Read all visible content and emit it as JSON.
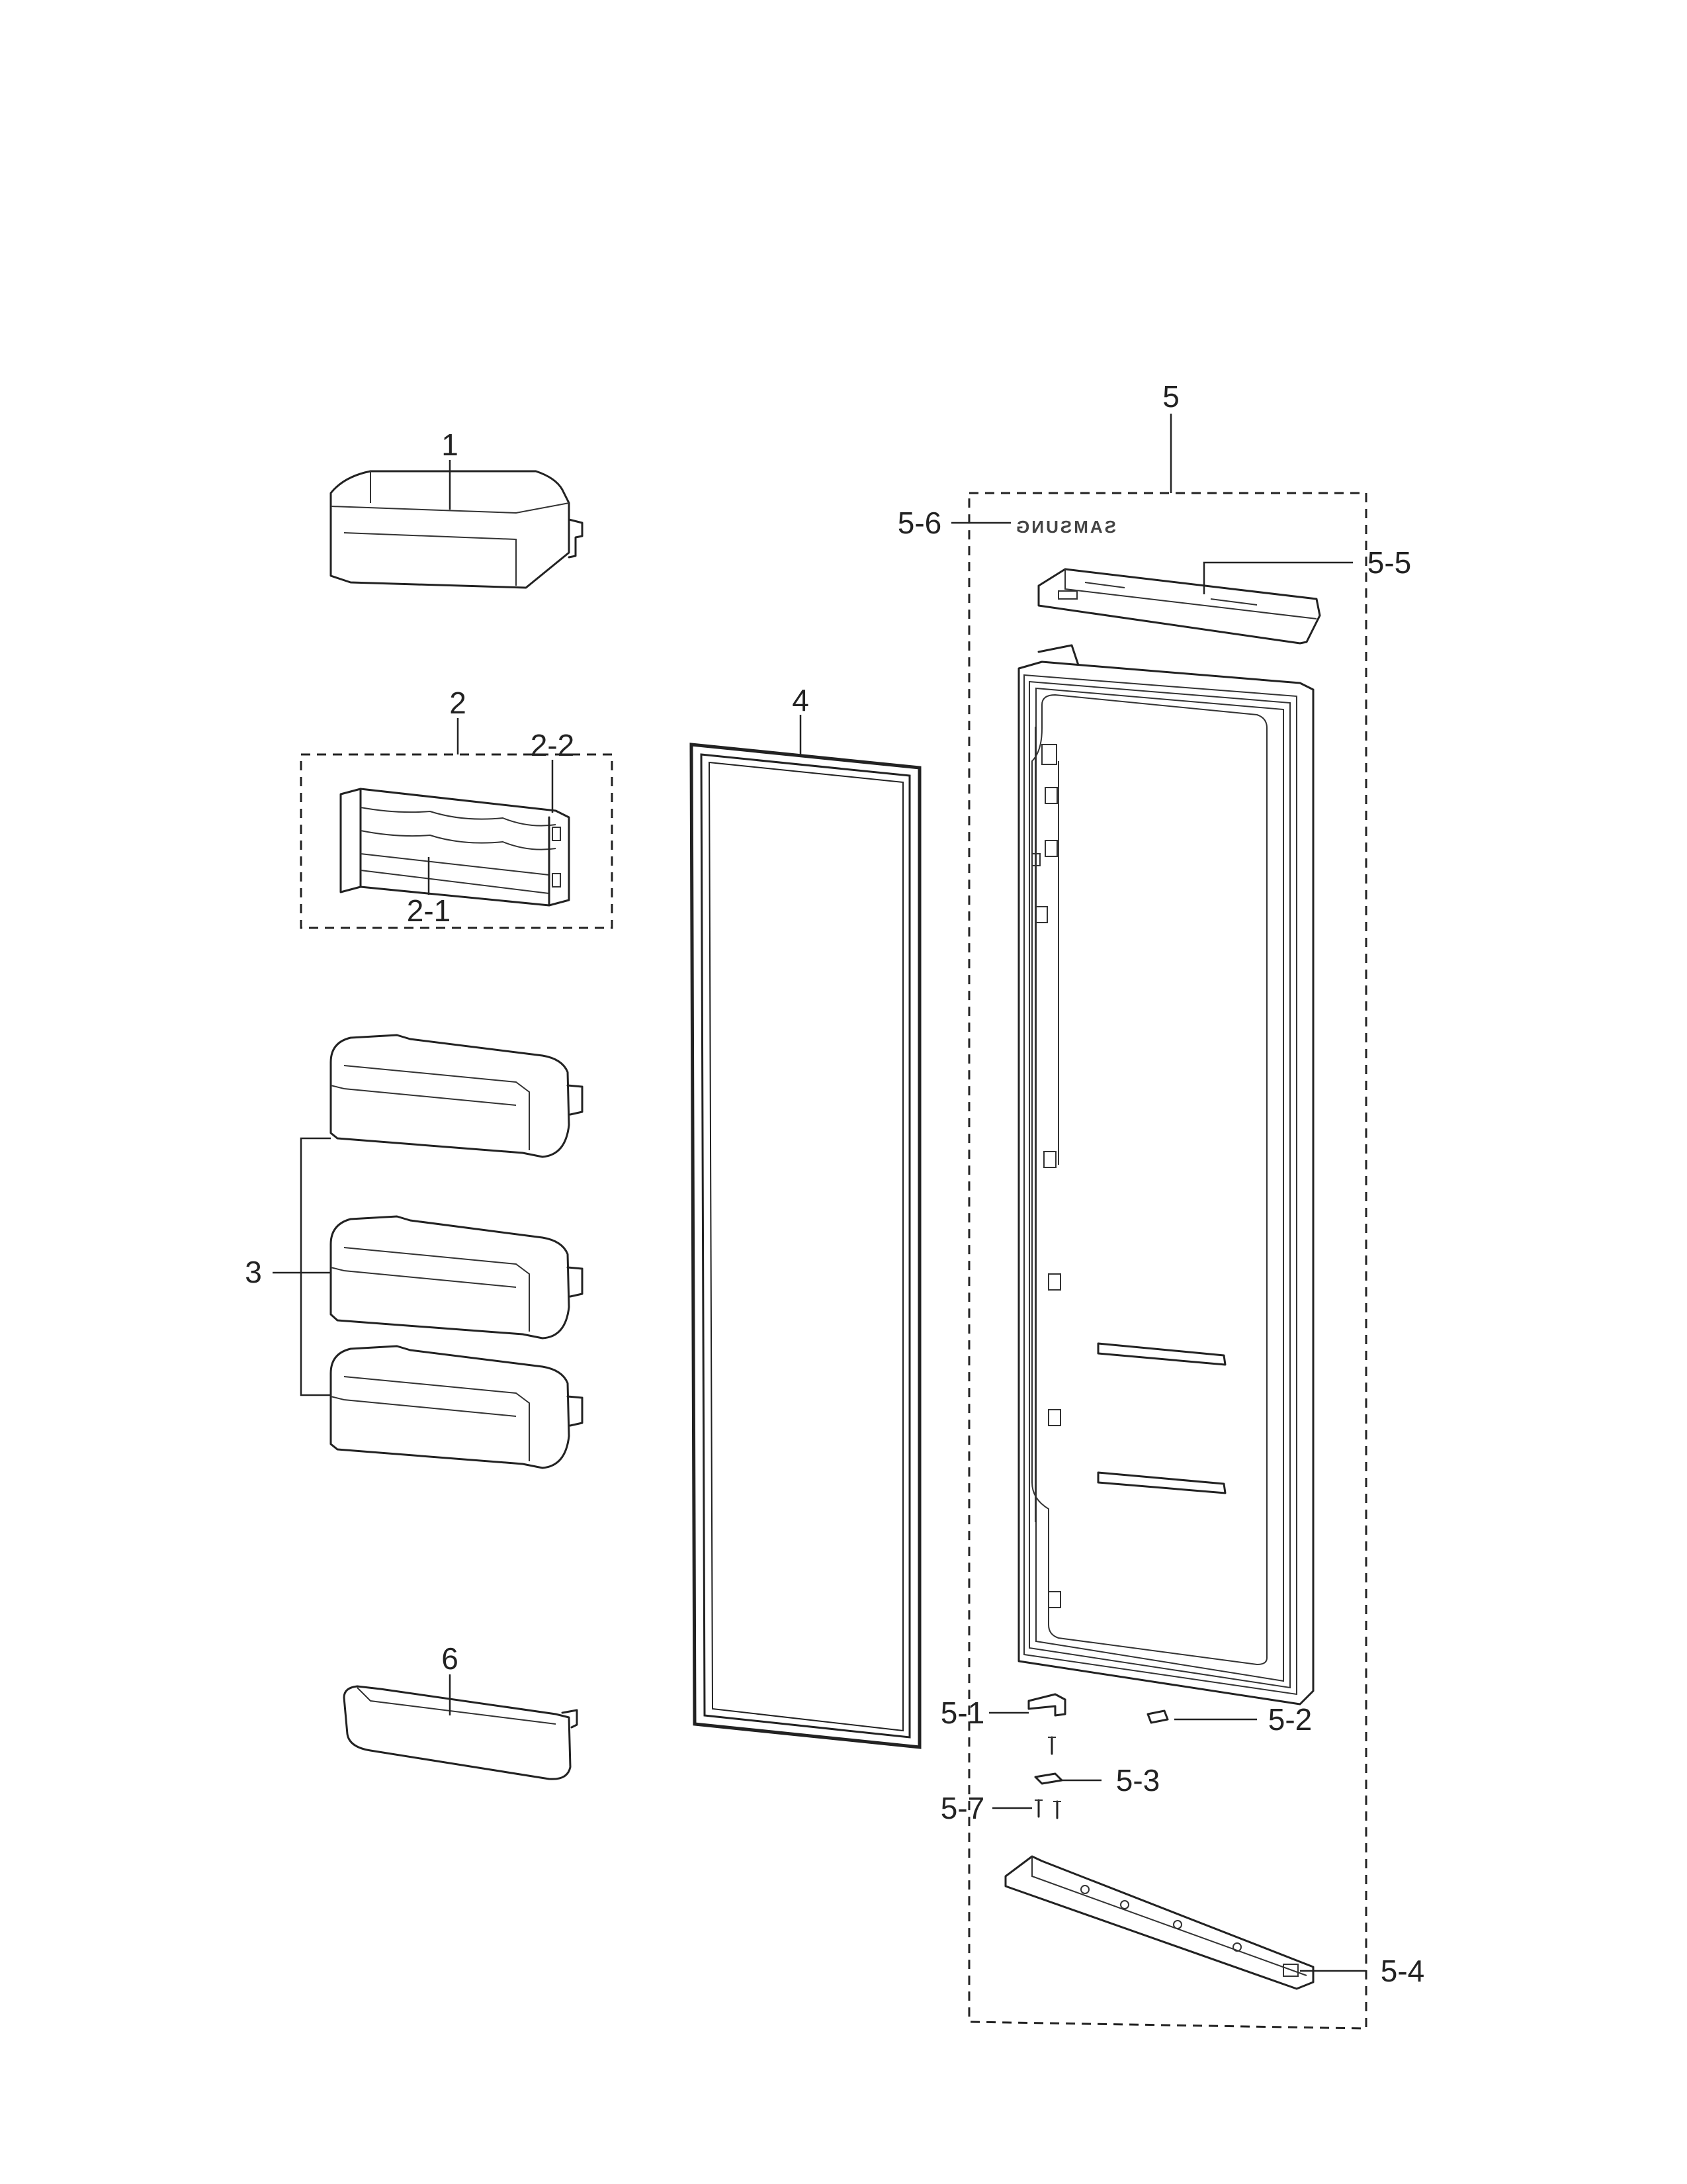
{
  "diagram": {
    "brand_mark": "SAMSUNG",
    "callouts": {
      "p1": "1",
      "p2": "2",
      "p2_1": "2-1",
      "p2_2": "2-2",
      "p3": "3",
      "p4": "4",
      "p5": "5",
      "p5_1": "5-1",
      "p5_2": "5-2",
      "p5_3": "5-3",
      "p5_4": "5-4",
      "p5_5": "5-5",
      "p5_6": "5-6",
      "p5_7": "5-7",
      "p6": "6"
    }
  }
}
